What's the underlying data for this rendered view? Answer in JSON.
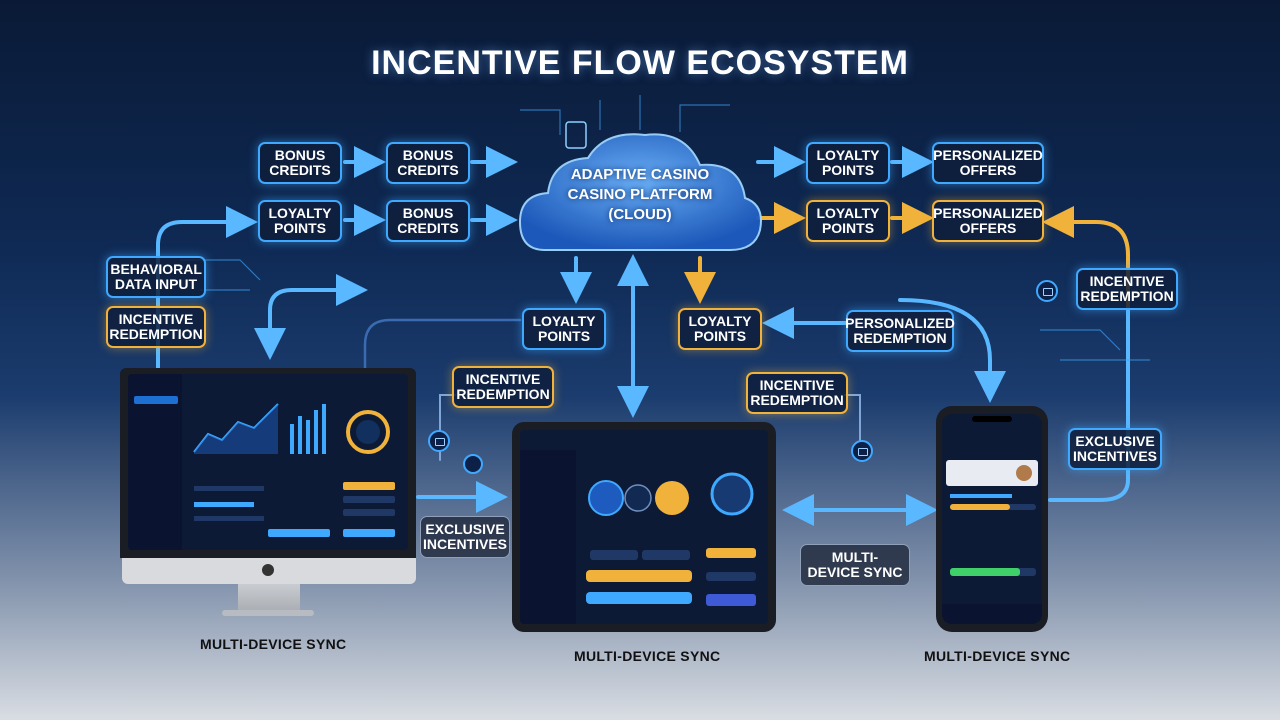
{
  "title": "INCENTIVE FLOW ECOSYSTEM",
  "cloud": {
    "line1": "ADAPTIVE CASINO",
    "line2": "CASINO PLATFORM",
    "line3": "(CLOUD)"
  },
  "nodes": {
    "bonus_credits_1": "BONUS CREDITS",
    "bonus_credits_2": "BONUS CREDITS",
    "loyalty_points_1": "LOYALTY POINTS",
    "bonus_credits_3": "BONUS CREDITS",
    "loyalty_points_2": "LOYALTY POINTS",
    "personalized_offers_1": "PERSONALIZED OFFERS",
    "loyalty_points_3": "LOYALTY POINTS",
    "personalized_offers_2": "PERSONALIZED OFFERS",
    "behavioral_data_input": "BEHAVIORAL DATA INPUT",
    "incentive_redemption_1": "INCENTIVE REDEMPTION",
    "incentive_redemption_2": "INCENTIVE REDEMPTION",
    "loyalty_points_4": "LOYALTY POINTS",
    "loyalty_points_5": "LOYALTY POINTS",
    "personalized_redemption": "PERSONALIZED REDEMPTION",
    "incentive_redemption_3": "INCENTIVE REDEMPTION",
    "incentive_redemption_4": "INCENTIVE REDEMPTION",
    "exclusive_incentives_1": "EXCLUSIVE INCENTIVES",
    "exclusive_incentives_2": "EXCLUSIVE INCENTIVES",
    "multi_device_sync_box": "MULTI-DEVICE SYNC"
  },
  "captions": {
    "desktop": "MULTI-DEVICE SYNC",
    "tablet": "MULTI-DEVICE SYNC",
    "phone": "MULTI-DEVICE SYNC"
  },
  "colors": {
    "blue": "#3fa9ff",
    "gold": "#f0b23a"
  },
  "icons": [
    "cloud-icon",
    "monitor-icon",
    "tablet-icon",
    "phone-icon",
    "ticket-icon"
  ]
}
